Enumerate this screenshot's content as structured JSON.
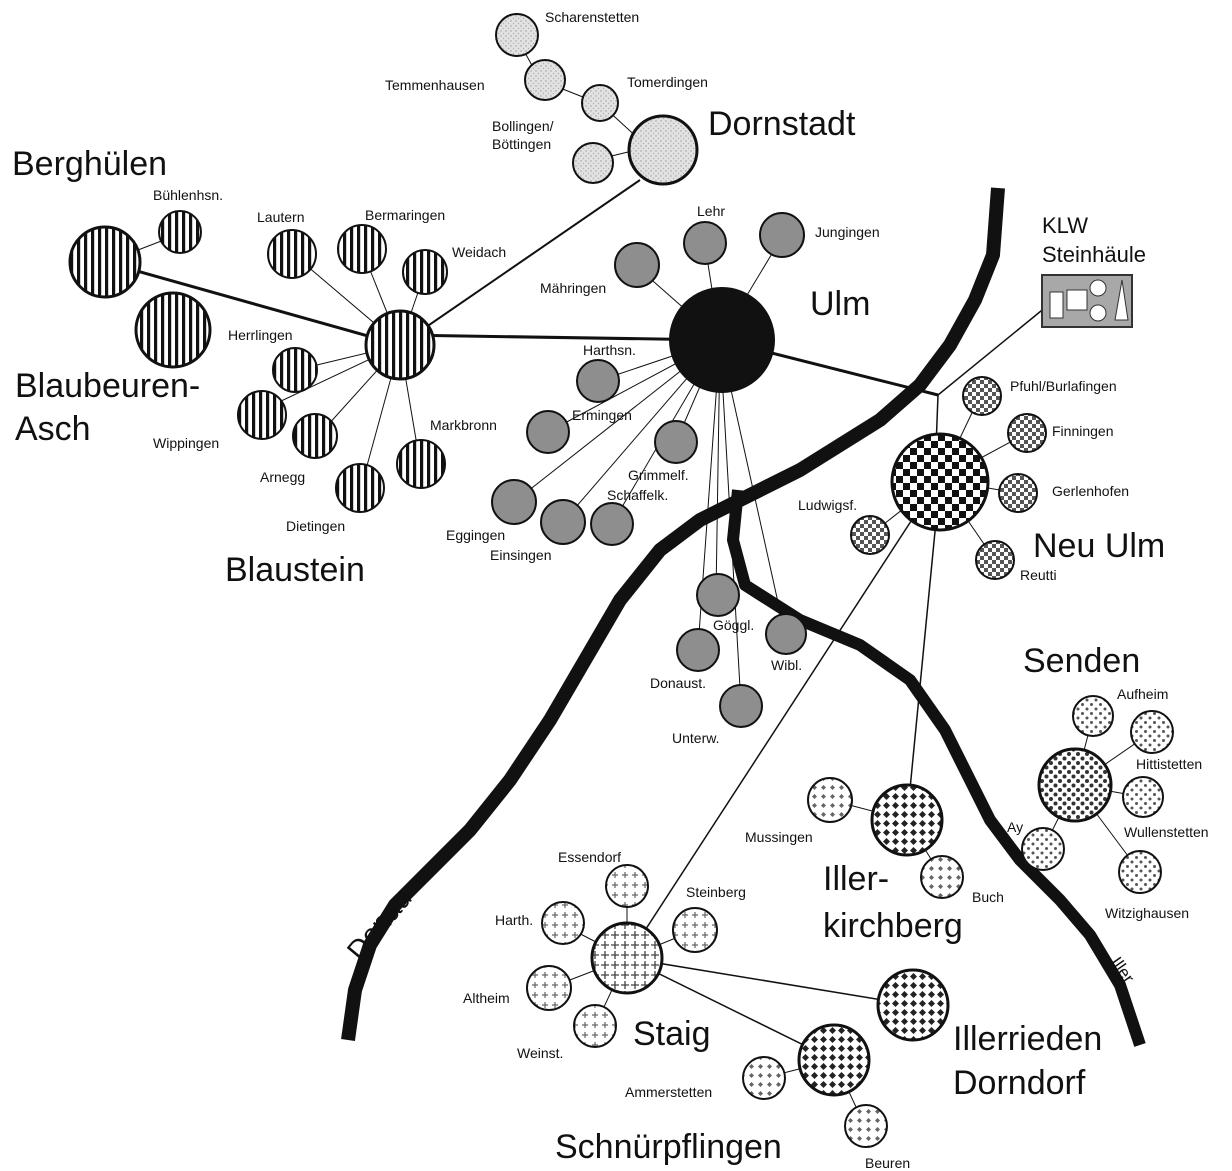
{
  "map": {
    "colors": {
      "ink": "#111111",
      "background": "#ffffff",
      "gray_fill": "#8e8e8e",
      "plant_bg": "#a8a8a8"
    },
    "rivers": {
      "donau": "Donau",
      "iller": "Iller"
    },
    "plant": {
      "line1": "KLW",
      "line2": "Steinhäule"
    },
    "groups": {
      "dornstadt": {
        "label": "Dornstadt",
        "pattern": "stipple",
        "villages": [
          "Scharenstetten",
          "Temmenhausen",
          "Tomerdingen",
          "Bollingen/",
          "Böttingen"
        ]
      },
      "berghuelen": {
        "label": "Berghülen",
        "pattern": "vstripe",
        "villages": [
          "Bühlenhsn."
        ]
      },
      "blaubeuren": {
        "label1": "Blaubeuren-",
        "label2": "Asch",
        "pattern": "vstripe"
      },
      "blaustein": {
        "label": "Blaustein",
        "pattern": "vstripe",
        "villages": [
          "Lautern",
          "Bermaringen",
          "Weidach",
          "Herrlingen",
          "Wippingen",
          "Arnegg",
          "Dietingen",
          "Markbronn"
        ]
      },
      "ulm": {
        "label": "Ulm",
        "pattern": "solid",
        "villages": [
          "Lehr",
          "Jungingen",
          "Mähringen",
          "Harthsn.",
          "Ermingen",
          "Grimmelf.",
          "Schaffelk.",
          "Eggingen",
          "Einsingen",
          "Göggl.",
          "Wibl.",
          "Donaust.",
          "Unterw."
        ]
      },
      "neu_ulm": {
        "label": "Neu Ulm",
        "pattern": "checker",
        "villages": [
          "Pfuhl/Burlafingen",
          "Finningen",
          "Gerlenhofen",
          "Ludwigsf.",
          "Reutti"
        ]
      },
      "senden": {
        "label": "Senden",
        "pattern": "dots",
        "villages": [
          "Aufheim",
          "Hittistetten",
          "Ay",
          "Wullenstetten",
          "Witzighausen"
        ]
      },
      "illerkirchberg": {
        "label1": "Iller-",
        "label2": "kirchberg",
        "pattern": "crosshatch",
        "villages": [
          "Mussingen",
          "Buch"
        ]
      },
      "staig": {
        "label": "Staig",
        "pattern": "plus",
        "villages": [
          "Essendorf",
          "Steinberg",
          "Harth.",
          "Altheim",
          "Weinst."
        ]
      },
      "illerrieden": {
        "label1": "Illerrieden",
        "label2": "Dorndorf",
        "pattern": "crosshatch"
      },
      "schnuerpflingen": {
        "label": "Schnürpflingen",
        "pattern": "crosshatch",
        "villages": [
          "Ammerstetten",
          "Beuren"
        ]
      }
    }
  }
}
